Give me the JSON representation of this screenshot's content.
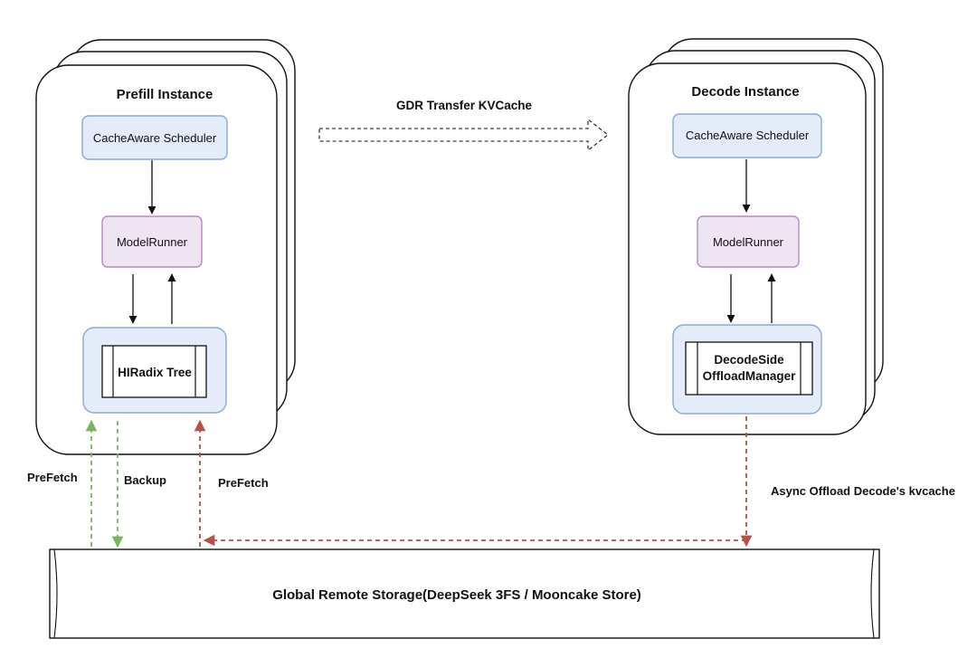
{
  "prefill": {
    "title": "Prefill Instance",
    "scheduler": "CacheAware Scheduler",
    "model_runner": "ModelRunner",
    "tree": "HIRadix Tree"
  },
  "decode": {
    "title": "Decode Instance",
    "scheduler": "CacheAware Scheduler",
    "model_runner": "ModelRunner",
    "offload_line1": "DecodeSide",
    "offload_line2": "OffloadManager"
  },
  "transfer": {
    "label": "GDR Transfer KVCache"
  },
  "links": {
    "prefetch_left": "PreFetch",
    "backup": "Backup",
    "prefetch_right": "PreFetch",
    "async_offload": "Async Offload Decode's kvcache"
  },
  "storage": {
    "label": "Global Remote Storage(DeepSeek 3FS / Mooncake Store)"
  },
  "colors": {
    "scheduler_fill": "#e3ecf8",
    "scheduler_stroke": "#8aa9d6",
    "runner_fill": "#efe4f2",
    "runner_stroke": "#b48bc0",
    "tree_fill": "#e3ecf8",
    "green_arrow": "#7ab55c",
    "red_arrow": "#b5504b",
    "line": "#111111"
  }
}
